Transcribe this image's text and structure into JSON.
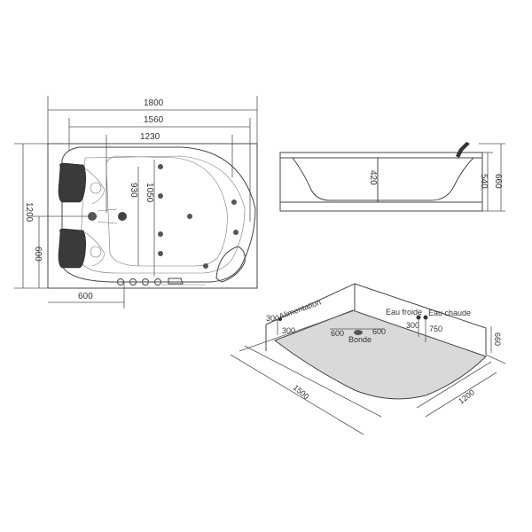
{
  "colors": {
    "line": "#444444",
    "floor_fill": "#d9d9d9",
    "headrest": "#3a3a3a",
    "background": "#ffffff"
  },
  "plan": {
    "dim_total_width": "1800",
    "dim_inner_width": "1560",
    "dim_basin_width": "1230",
    "dim_total_depth": "1200",
    "dim_half_depth": "600",
    "dim_bottom_width": "600",
    "dim_basin_depth_a": "930",
    "dim_basin_depth_b": "1050"
  },
  "side": {
    "dim_inner_height": "420",
    "dim_height_a": "540",
    "dim_height_b": "660"
  },
  "install": {
    "label_alimentation": "Alimentation",
    "label_eau_froide": "Eau froide",
    "label_eau_chaude": "Eau chaude",
    "label_bonde": "Bonde",
    "dim_300_left": "300",
    "dim_300_left_b": "300",
    "dim_600_a": "600",
    "dim_600_b": "600",
    "dim_300_right": "300",
    "dim_750": "750",
    "dim_660": "660",
    "dim_1500": "1500",
    "dim_1200": "1200"
  }
}
